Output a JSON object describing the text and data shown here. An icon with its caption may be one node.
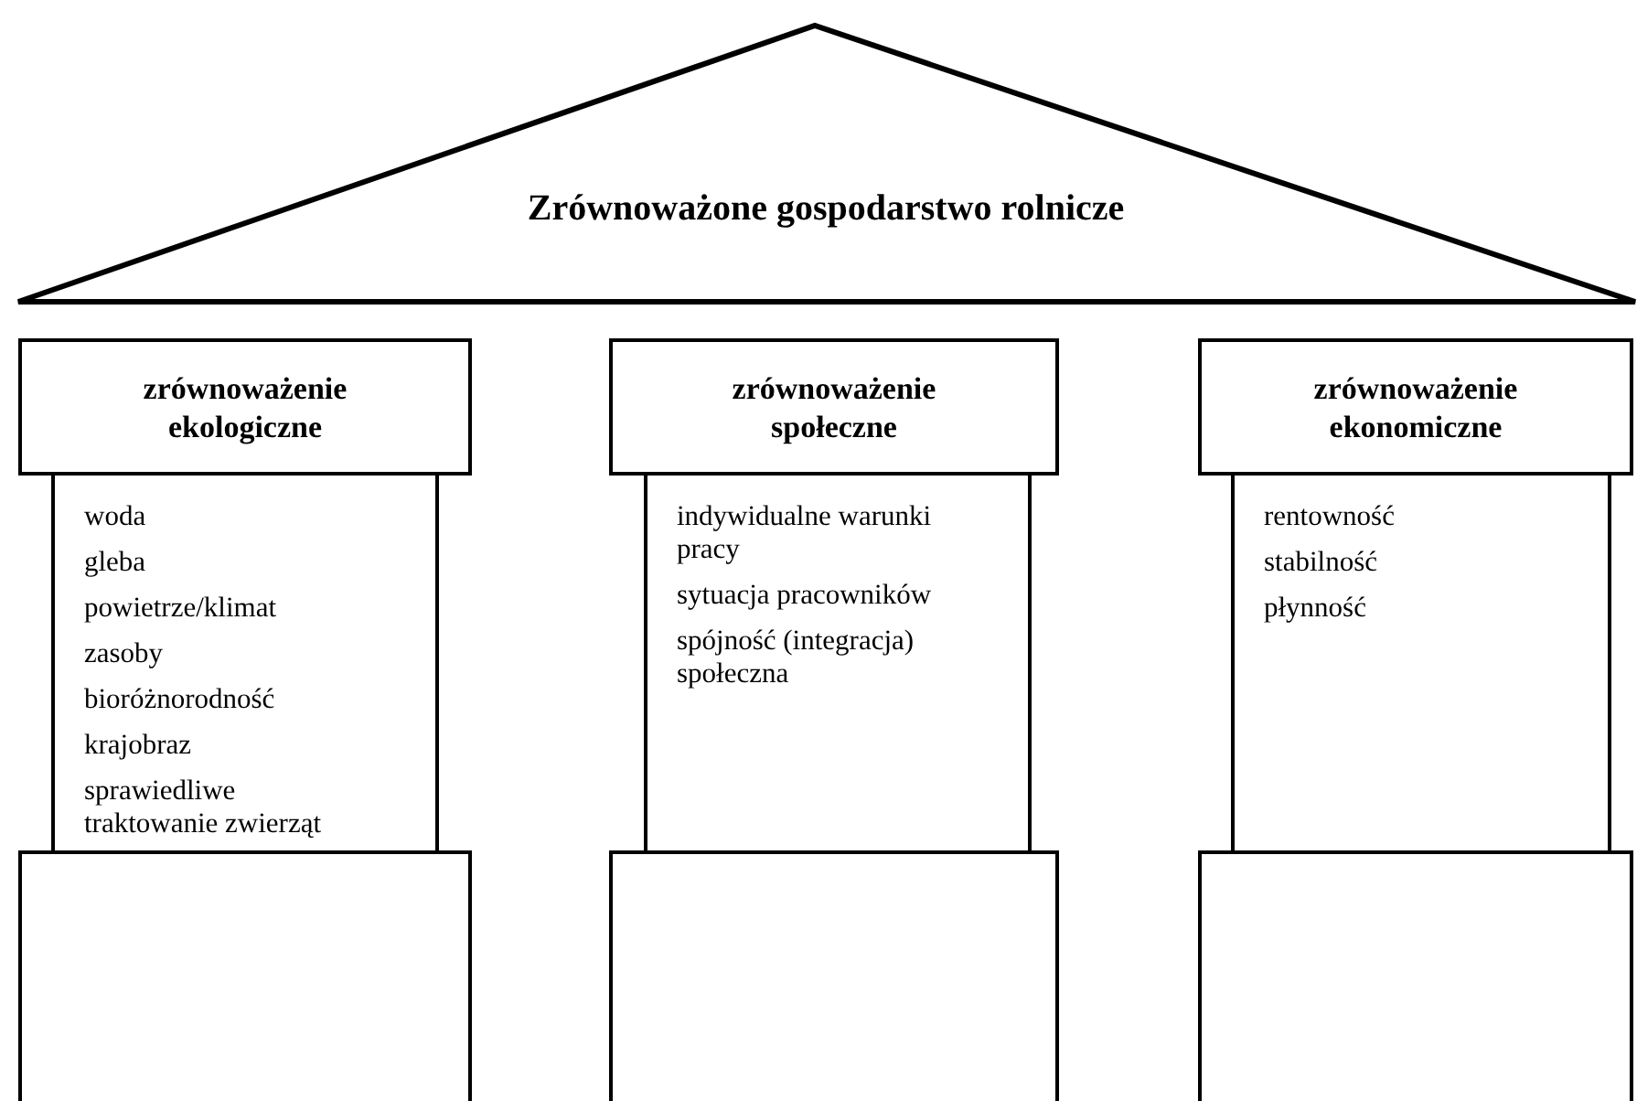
{
  "diagram": {
    "nodes": [
      {
        "text": [
          "Zrównoważone gospodarstwo rolnicze"
        ]
      },
      {
        "text": [
          "zrównoważenie ekologiczne"
        ]
      },
      {
        "text": [
          "woda",
          "gleba",
          "powietrze/klimat",
          "zasoby",
          "bioróżnorodność",
          "krajobraz",
          "sprawiedliwe traktowanie zwierząt"
        ]
      },
      {
        "text": [],
        "shape": "box"
      },
      {
        "text": [
          "zrównoważenie społeczne"
        ]
      },
      {
        "text": [
          "indywidualne warunki pracy",
          "sytuacja pracowników",
          "spójność (integracja) społeczna"
        ]
      },
      {
        "text": [],
        "shape": "box"
      },
      {
        "text": [
          "zrównoważenie ekonomiczne"
        ]
      },
      {
        "text": [
          "rentowność",
          "stabilność",
          "płynność"
        ]
      },
      {
        "text": [],
        "shape": "box"
      }
    ],
    "edges": []
  }
}
